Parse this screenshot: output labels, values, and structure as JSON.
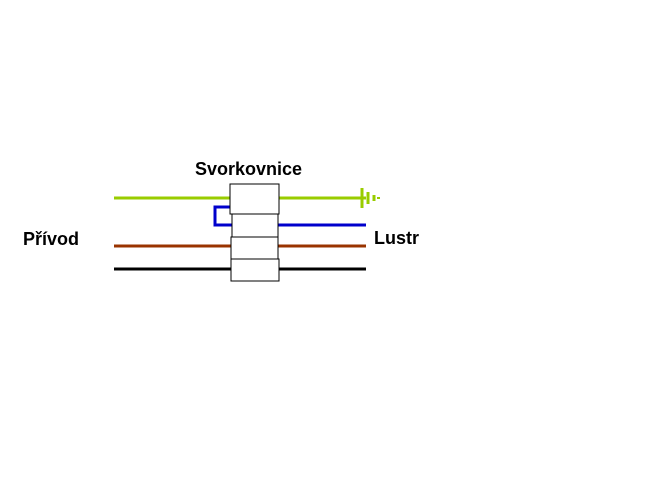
{
  "labels": {
    "terminal_block": "Svorkovnice",
    "supply": "Přívod",
    "fixture": "Lustr"
  },
  "wires": {
    "earth_color": "#99cc00",
    "neutral_color": "#0000cc",
    "live_color": "#993300",
    "switched_live_color": "#000000"
  },
  "terminal_block": {
    "slots": 4
  },
  "icons": {
    "ground": "ground-symbol-icon"
  }
}
